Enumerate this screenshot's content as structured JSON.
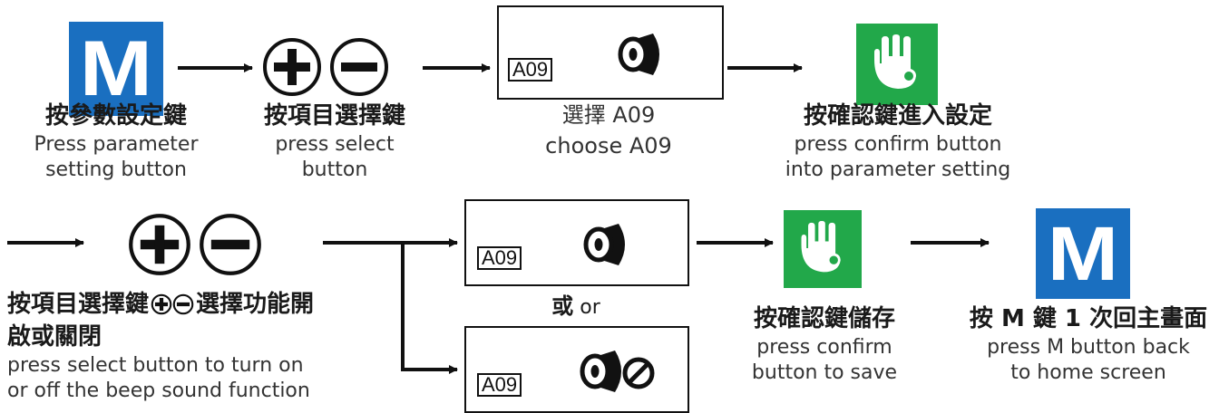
{
  "steps": {
    "s1": {
      "zh": "按參數設定鍵",
      "en1": "Press parameter",
      "en2": "setting button"
    },
    "s2": {
      "zh": "按項目選擇鍵",
      "en1": "press select",
      "en2": "button"
    },
    "s3": {
      "zh": "選擇 A09",
      "en1": "choose A09"
    },
    "s4": {
      "zh": "按確認鍵進入設定",
      "en1": "press confirm button",
      "en2": "into parameter setting"
    },
    "s5": {
      "zh1": "按項目選擇鍵",
      "zh2": "選擇功能開",
      "zh3": "啟或關閉",
      "en1": "press select button to turn on",
      "en2": "or off the beep sound function"
    },
    "s6": {
      "zh": "按確認鍵儲存",
      "en1": "press confirm",
      "en2": "button to save"
    },
    "s7": {
      "zh": "按 M 鍵 1 次回主畫面",
      "en1": "press M button back",
      "en2": "to home screen"
    }
  },
  "or_label": {
    "zh": "或",
    "en": "or"
  },
  "lcd_code": "A09",
  "m_letter": "M",
  "icons": [
    "m-button-icon",
    "plus-circle-icon",
    "minus-circle-icon",
    "hand-confirm-icon",
    "speaker-icon",
    "speaker-muted-icon",
    "arrow-right-icon"
  ],
  "colors": {
    "m_blue": "#1a6fc0",
    "confirm_green": "#22a84a",
    "ink": "#1a1a1a"
  }
}
